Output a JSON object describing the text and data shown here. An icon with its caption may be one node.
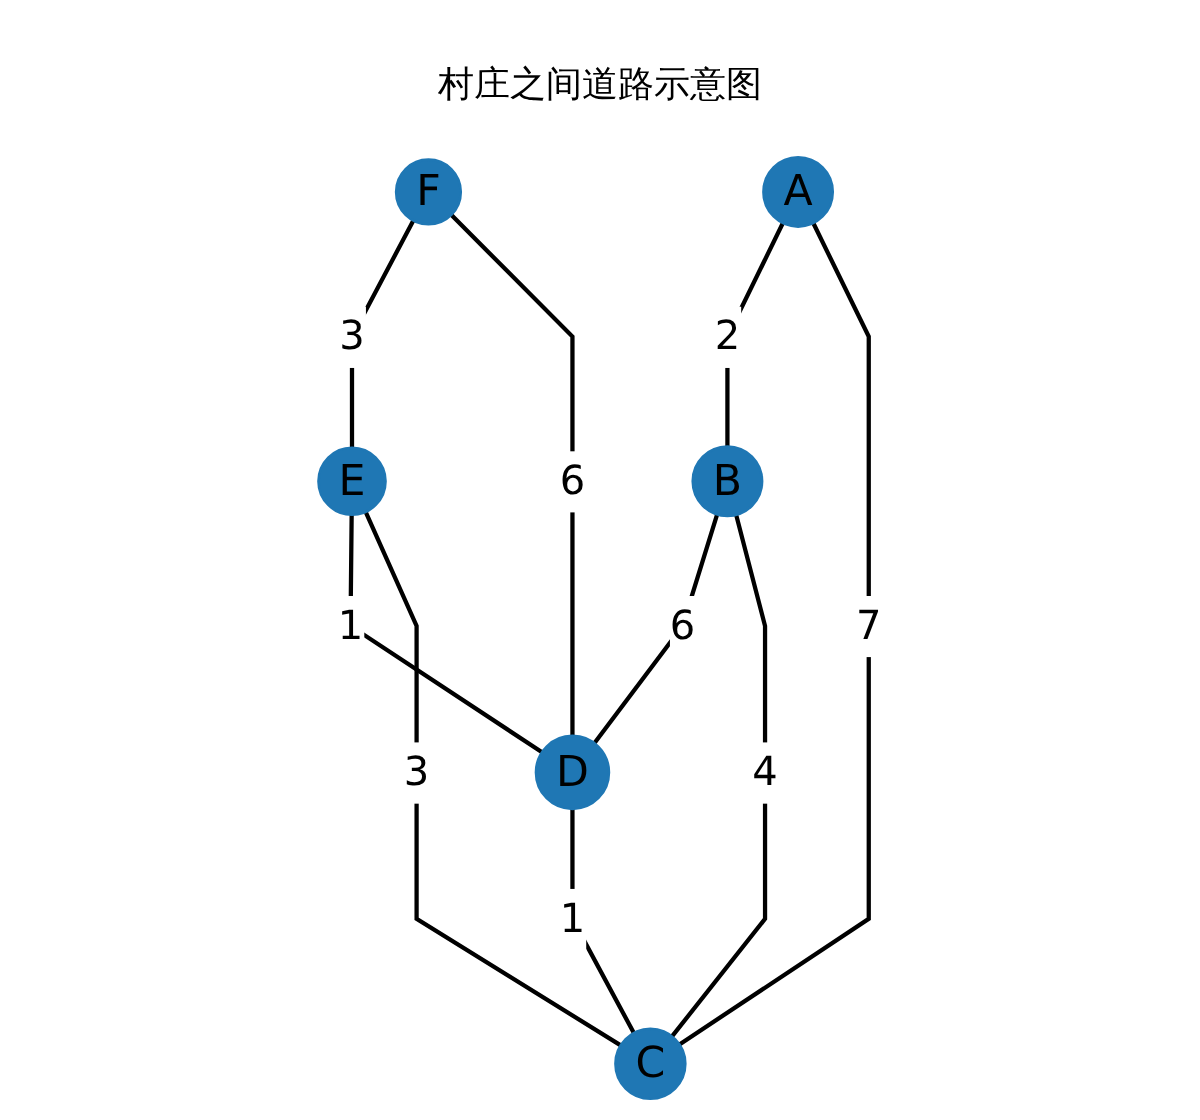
{
  "diagram": {
    "title": "村庄之间道路示意图",
    "nodes": [
      {
        "text": [
          "F"
        ]
      },
      {
        "text": [
          "E"
        ]
      },
      {
        "text": [
          "A"
        ]
      },
      {
        "text": [
          "D"
        ]
      },
      {
        "text": [
          "B"
        ]
      },
      {
        "text": [
          "C"
        ]
      }
    ],
    "edges": [
      {
        "from": 0,
        "to": 1,
        "arrow": "none",
        "label": "3"
      },
      {
        "from": 0,
        "to": 3,
        "arrow": "none",
        "label": "6"
      },
      {
        "from": 1,
        "to": 3,
        "arrow": "none",
        "label": "1"
      },
      {
        "from": 1,
        "to": 5,
        "arrow": "none",
        "label": "3"
      },
      {
        "from": 2,
        "to": 4,
        "arrow": "none",
        "label": "2"
      },
      {
        "from": 2,
        "to": 5,
        "arrow": "none",
        "label": "7"
      },
      {
        "from": 4,
        "to": 3,
        "arrow": "none",
        "label": "6"
      },
      {
        "from": 4,
        "to": 5,
        "arrow": "none",
        "label": "4"
      },
      {
        "from": 3,
        "to": 5,
        "arrow": "none",
        "label": "1"
      }
    ]
  }
}
